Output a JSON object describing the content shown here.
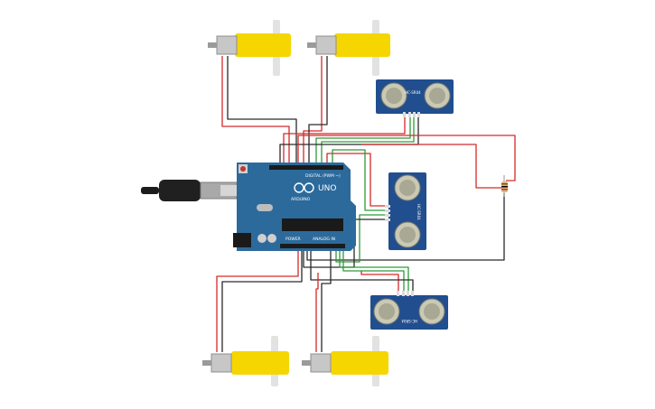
{
  "colors": {
    "canvas_bg": "#ffffff",
    "arduino_board": "#2c6a9c",
    "arduino_header": "#1b1b1b",
    "wire_red": "#d42a2a",
    "wire_black": "#2a2a2a",
    "wire_green": "#2e9a3a",
    "motor_body": "#f5d600",
    "sensor_board": "#214e8e",
    "sensor_transducer": "#c9c9b4"
  },
  "arduino": {
    "brand": "UNO",
    "label_digital": "DIGITAL (PWM ~)",
    "label_power": "POWER",
    "label_analog": "ANALOG IN",
    "label_arduino": "ARDUINO"
  },
  "sensors": {
    "top_label": "HC-SR04",
    "middle_label": "HC-SR04",
    "bottom_label": "HC-SR04"
  },
  "components": [
    {
      "name": "dc-gear-motor",
      "count": 4
    },
    {
      "name": "ultrasonic-sensor",
      "count": 3
    },
    {
      "name": "resistor",
      "count": 1
    },
    {
      "name": "usb-cable",
      "count": 1
    },
    {
      "name": "arduino-uno",
      "count": 1
    }
  ]
}
